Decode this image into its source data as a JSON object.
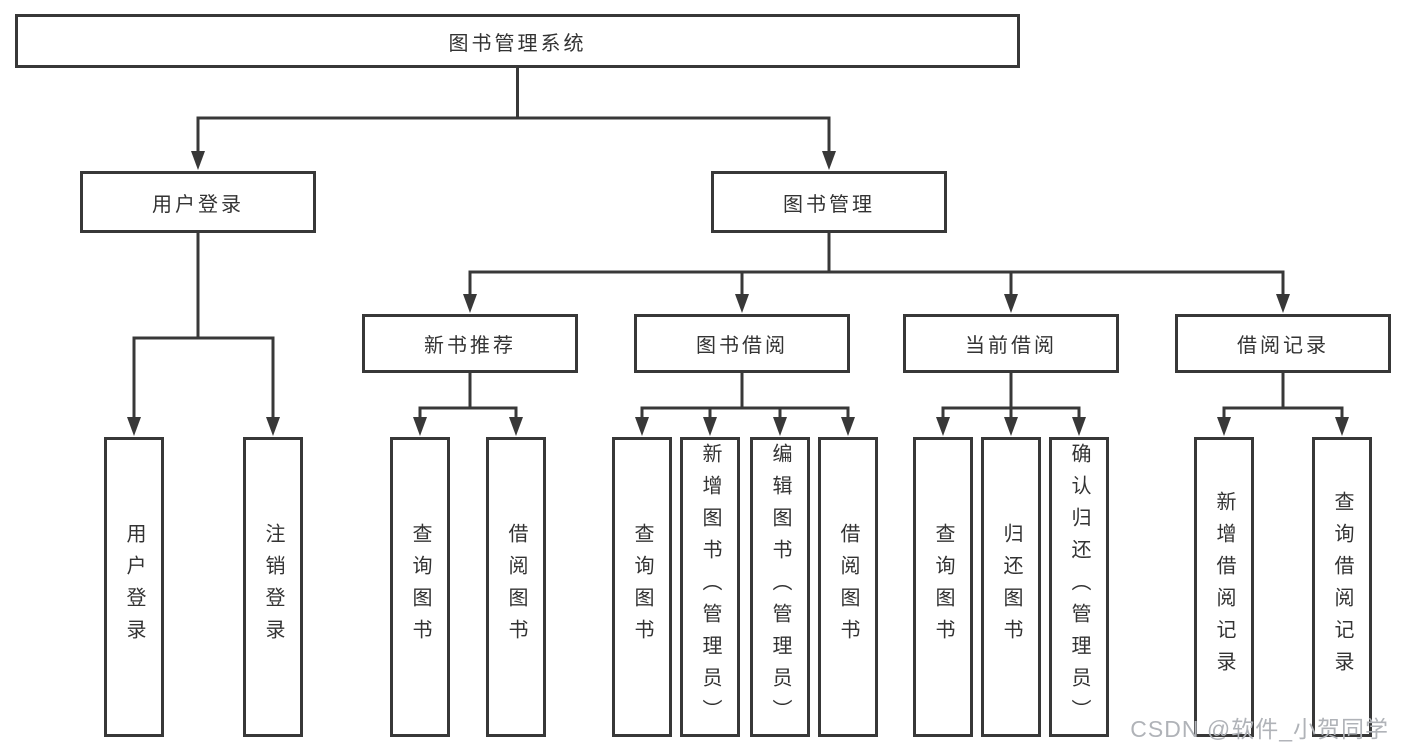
{
  "diagram": {
    "watermark": "CSDN @软件_小贺同学",
    "colors": {
      "line": "#383838",
      "box_border": "#383838",
      "box_background": "#ffffff",
      "text": "#333333",
      "watermark_text": "#b0b3b8",
      "background": "#ffffff"
    },
    "nodes": {
      "root": {
        "label": "图书管理系统"
      },
      "user_login": {
        "label": "用户登录"
      },
      "book_mgmt": {
        "label": "图书管理"
      },
      "login": {
        "label": "用户登录"
      },
      "logout": {
        "label": "注销登录"
      },
      "new_book_rec": {
        "label": "新书推荐"
      },
      "book_borrow": {
        "label": "图书借阅"
      },
      "current_borrow": {
        "label": "当前借阅"
      },
      "borrow_record": {
        "label": "借阅记录"
      },
      "query_book_1": {
        "label": "查询图书"
      },
      "borrow_book_1": {
        "label": "借阅图书"
      },
      "query_book_2": {
        "label": "查询图书"
      },
      "add_book": {
        "label": "新增图书（管理员）"
      },
      "edit_book": {
        "label": "编辑图书（管理员）"
      },
      "borrow_book_2": {
        "label": "借阅图书"
      },
      "query_book_3": {
        "label": "查询图书"
      },
      "return_book": {
        "label": "归还图书"
      },
      "confirm_return": {
        "label": "确认归还（管理员）"
      },
      "add_borrow_record": {
        "label": "新增借阅记录"
      },
      "query_borrow_record": {
        "label": "查询借阅记录"
      }
    },
    "edges": [
      [
        "root",
        "user_login"
      ],
      [
        "root",
        "book_mgmt"
      ],
      [
        "user_login",
        "login"
      ],
      [
        "user_login",
        "logout"
      ],
      [
        "book_mgmt",
        "new_book_rec"
      ],
      [
        "book_mgmt",
        "book_borrow"
      ],
      [
        "book_mgmt",
        "current_borrow"
      ],
      [
        "book_mgmt",
        "borrow_record"
      ],
      [
        "new_book_rec",
        "query_book_1"
      ],
      [
        "new_book_rec",
        "borrow_book_1"
      ],
      [
        "book_borrow",
        "query_book_2"
      ],
      [
        "book_borrow",
        "add_book"
      ],
      [
        "book_borrow",
        "edit_book"
      ],
      [
        "book_borrow",
        "borrow_book_2"
      ],
      [
        "current_borrow",
        "query_book_3"
      ],
      [
        "current_borrow",
        "return_book"
      ],
      [
        "current_borrow",
        "confirm_return"
      ],
      [
        "borrow_record",
        "add_borrow_record"
      ],
      [
        "borrow_record",
        "query_borrow_record"
      ]
    ]
  }
}
